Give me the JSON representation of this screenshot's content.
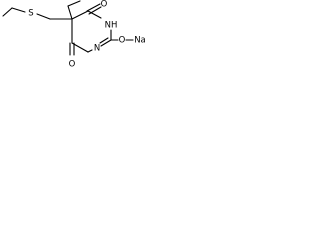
{
  "molecule": {
    "atom_labels": {
      "sulfur": "S",
      "carbonyl_oxygen_top": "O",
      "ring_nitrogen_h": "NH",
      "ring_nitrogen": "N",
      "ether_oxygen": "O",
      "sodium": "Na",
      "carbonyl_oxygen_bottom": "O"
    },
    "colors": {
      "bond": "#000000",
      "text": "#000000",
      "background": "#ffffff"
    }
  }
}
